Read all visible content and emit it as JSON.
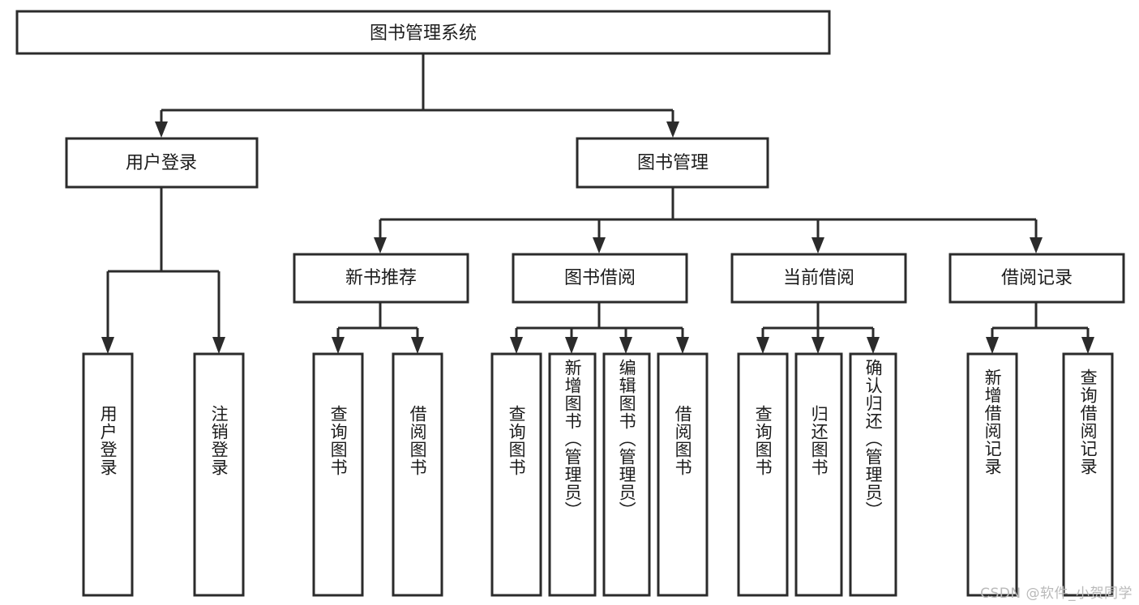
{
  "diagram": {
    "type": "tree",
    "title": "图书管理系统",
    "orientation": "top-down",
    "colors": {
      "stroke": "#2b2b2b",
      "fill": "#ffffff",
      "text": "#1c1c1c",
      "watermark": "#b9b9b9",
      "background": "#ffffff"
    },
    "root": {
      "label": "图书管理系统"
    },
    "level2": [
      {
        "label": "用户登录"
      },
      {
        "label": "图书管理"
      }
    ],
    "level3": [
      {
        "label": "新书推荐"
      },
      {
        "label": "图书借阅"
      },
      {
        "label": "当前借阅"
      },
      {
        "label": "借阅记录"
      }
    ],
    "leaves": {
      "user_login": [
        {
          "label": "用户登录"
        },
        {
          "label": "注销登录"
        }
      ],
      "new_book_recommend": [
        {
          "label": "查询图书"
        },
        {
          "label": "借阅图书"
        }
      ],
      "book_borrow": [
        {
          "label": "查询图书"
        },
        {
          "label": "新增图书（管理员）"
        },
        {
          "label": "编辑图书（管理员）"
        },
        {
          "label": "借阅图书"
        }
      ],
      "current_borrow": [
        {
          "label": "查询图书"
        },
        {
          "label": "归还图书"
        },
        {
          "label": "确认归还（管理员）"
        }
      ],
      "borrow_records": [
        {
          "label": "新增借阅记录"
        },
        {
          "label": "查询借阅记录"
        }
      ]
    },
    "edges": [
      {
        "from": "图书管理系统",
        "to": "用户登录"
      },
      {
        "from": "图书管理系统",
        "to": "图书管理"
      },
      {
        "from": "用户登录",
        "to": "用户登录"
      },
      {
        "from": "用户登录",
        "to": "注销登录"
      },
      {
        "from": "图书管理",
        "to": "新书推荐"
      },
      {
        "from": "图书管理",
        "to": "图书借阅"
      },
      {
        "from": "图书管理",
        "to": "当前借阅"
      },
      {
        "from": "图书管理",
        "to": "借阅记录"
      },
      {
        "from": "新书推荐",
        "to": "查询图书"
      },
      {
        "from": "新书推荐",
        "to": "借阅图书"
      },
      {
        "from": "图书借阅",
        "to": "查询图书"
      },
      {
        "from": "图书借阅",
        "to": "新增图书（管理员）"
      },
      {
        "from": "图书借阅",
        "to": "编辑图书（管理员）"
      },
      {
        "from": "图书借阅",
        "to": "借阅图书"
      },
      {
        "from": "当前借阅",
        "to": "查询图书"
      },
      {
        "from": "当前借阅",
        "to": "归还图书"
      },
      {
        "from": "当前借阅",
        "to": "确认归还（管理员）"
      },
      {
        "from": "借阅记录",
        "to": "新增借阅记录"
      },
      {
        "from": "借阅记录",
        "to": "查询借阅记录"
      }
    ]
  },
  "watermark": {
    "text": "CSDN @软件_小贺同学"
  }
}
